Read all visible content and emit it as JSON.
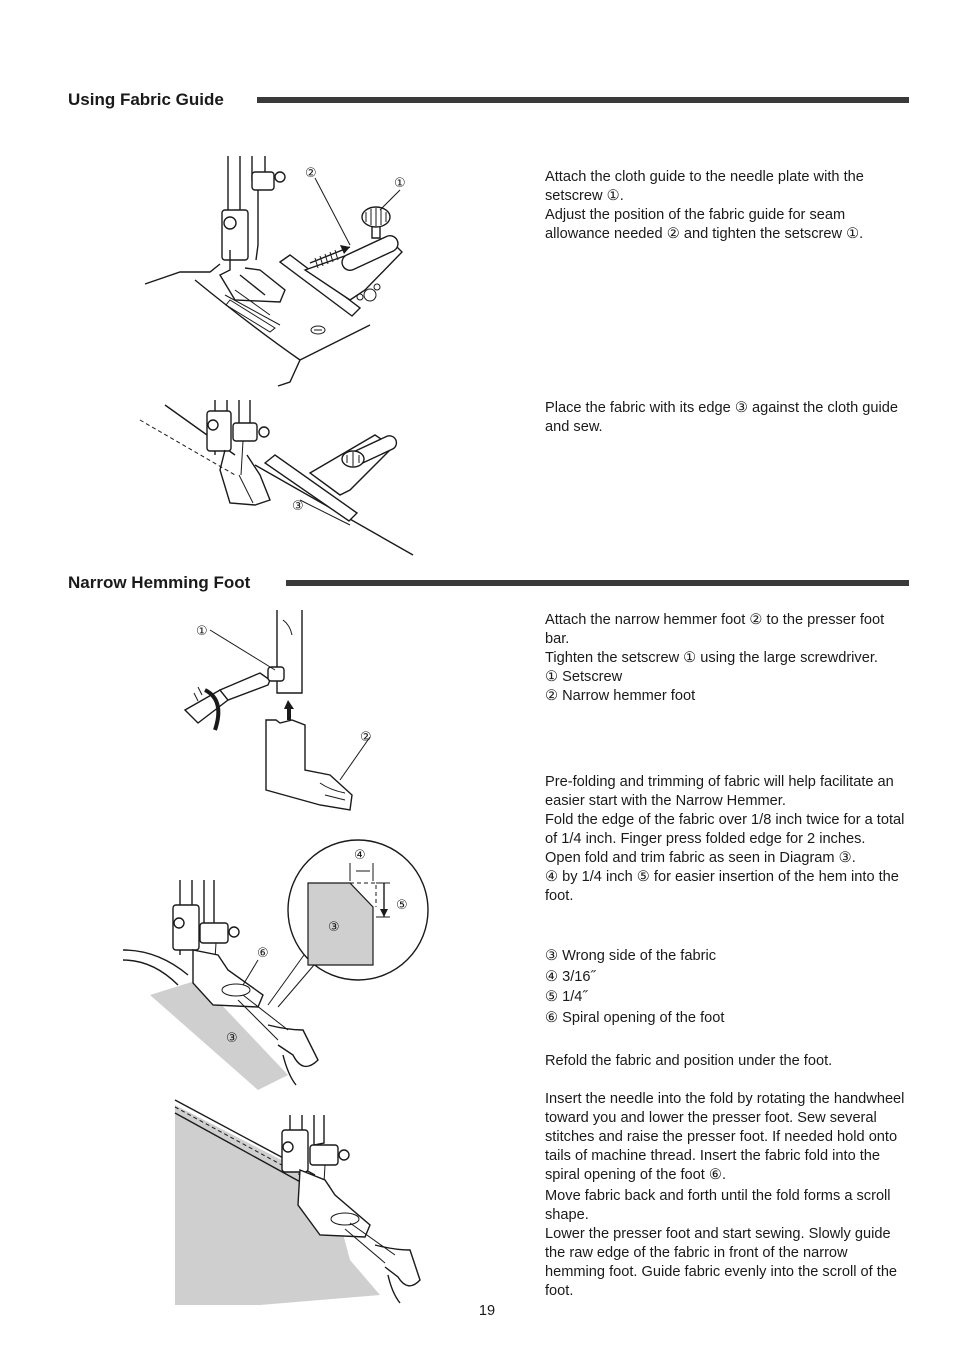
{
  "sections": {
    "fabric_guide": {
      "title": "Using Fabric Guide",
      "para1": [
        "Attach the cloth guide to the needle plate with the setscrew ①.",
        "Adjust the position of the fabric guide for seam allowance needed ② and tighten the setscrew ①."
      ],
      "para2": [
        "Place the fabric with its edge ③ against the cloth guide and sew."
      ]
    },
    "narrow_hemming": {
      "title": "Narrow Hemming Foot",
      "para1": [
        "Attach the narrow hemmer foot ② to the presser foot bar.",
        "Tighten the setscrew ① using the large screwdriver.",
        "① Setscrew",
        "② Narrow hemmer foot"
      ],
      "para2": [
        "Pre-folding and trimming of fabric will help facilitate an easier start with the Narrow Hemmer.",
        "Fold the edge of the fabric over 1/8 inch twice for a total of 1/4 inch.  Finger press folded edge for 2 inches.",
        "Open fold and trim fabric as seen in Diagram ③.",
        "④ by 1/4 inch ⑤ for easier insertion of the hem into the foot."
      ],
      "legend": [
        "③ Wrong side of the fabric",
        "④ 3/16˝",
        "⑤ 1/4˝",
        "⑥ Spiral opening of the foot"
      ],
      "para3": [
        "Refold the fabric and position under the foot."
      ],
      "para4": [
        "Insert the needle into the fold by rotating the handwheel toward you and lower the presser foot.  Sew several stitches and raise the presser foot.  If needed hold onto tails of machine thread.  Insert the fabric fold into the spiral opening of the foot ⑥.",
        "Move fabric back and forth until the fold forms a scroll shape.",
        "Lower the presser foot and start sewing.  Slowly guide the raw edge of the fabric in front of the narrow hemming foot.  Guide fabric evenly into the scroll of the foot."
      ]
    }
  },
  "figures": {
    "fig1": {
      "labels": [
        "②",
        "①"
      ]
    },
    "fig2": {
      "labels": [
        "③"
      ]
    },
    "fig3": {
      "labels": [
        "①",
        "②"
      ]
    },
    "fig4": {
      "labels": [
        "④",
        "⑤",
        "③",
        "⑥",
        "③"
      ]
    }
  },
  "page_number": "19"
}
